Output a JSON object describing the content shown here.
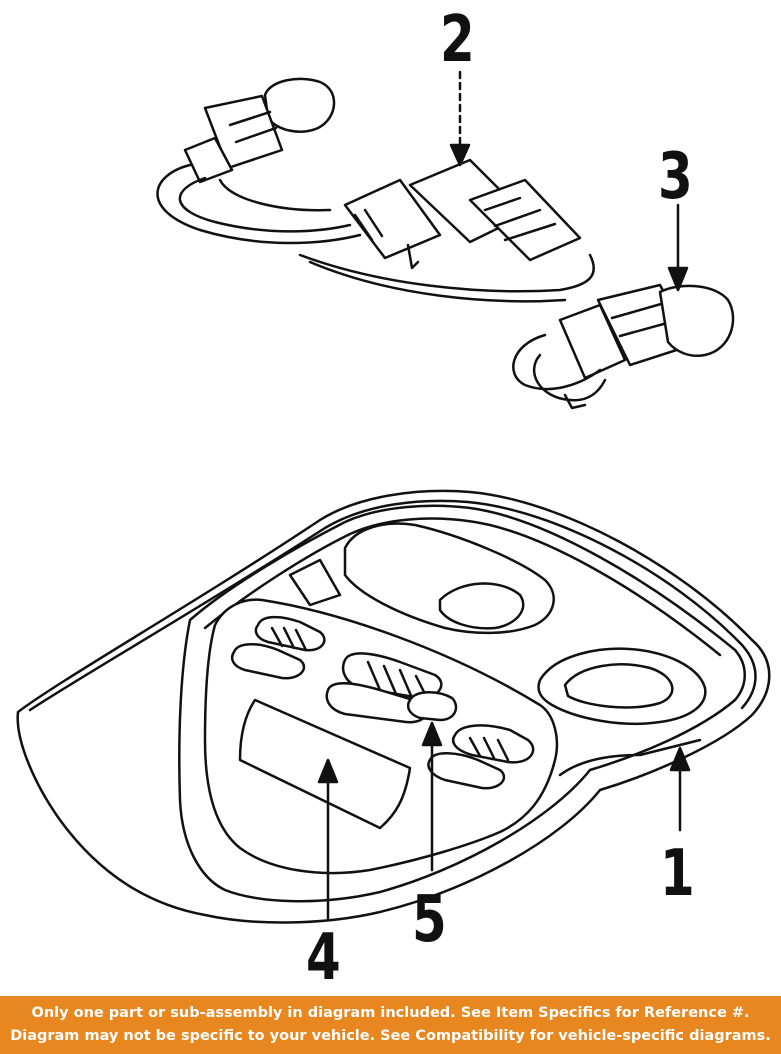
{
  "diagram": {
    "callouts": [
      {
        "id": "1",
        "label": "1"
      },
      {
        "id": "2",
        "label": "2"
      },
      {
        "id": "3",
        "label": "3"
      },
      {
        "id": "4",
        "label": "4"
      },
      {
        "id": "5",
        "label": "5"
      }
    ],
    "line_color": "#111111"
  },
  "banner": {
    "line1": "Only one part or sub-assembly in diagram included. See Item Specifics for Reference #.",
    "line2": "Diagram may not be specific to your vehicle. See Compatibility for vehicle-specific diagrams.",
    "background_color": "#e8871f",
    "text_color": "#ffffff"
  }
}
